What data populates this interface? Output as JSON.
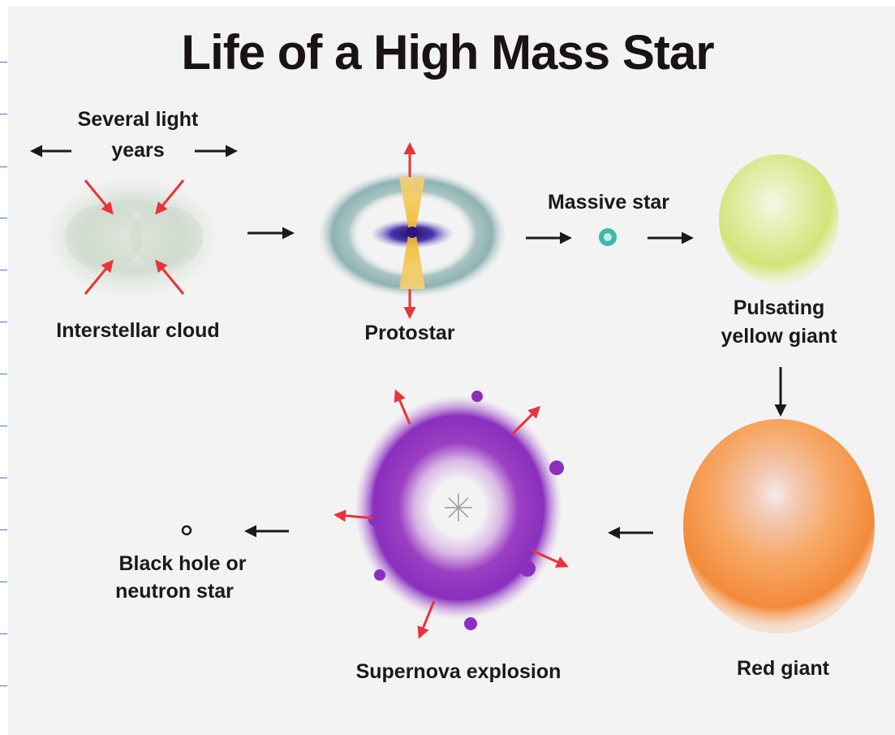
{
  "title": "Life of a High Mass Star",
  "scale": {
    "line1": "Several light",
    "line2": "years"
  },
  "stages": {
    "cloud": "Interstellar cloud",
    "protostar": "Protostar",
    "massive": "Massive star",
    "pulsating_1": "Pulsating",
    "pulsating_2": "yellow giant",
    "red_giant": "Red giant",
    "supernova": "Supernova explosion",
    "remnant_1": "Black hole or",
    "remnant_2": "neutron star"
  },
  "colors": {
    "arrow": "#1a1a1a",
    "force_arrow": "#e8333a",
    "supernova": "#9b3fc2",
    "red_giant": "#f59a4a",
    "yellow_giant": "#dbe98a",
    "massive_star": "#3fb8a8"
  }
}
